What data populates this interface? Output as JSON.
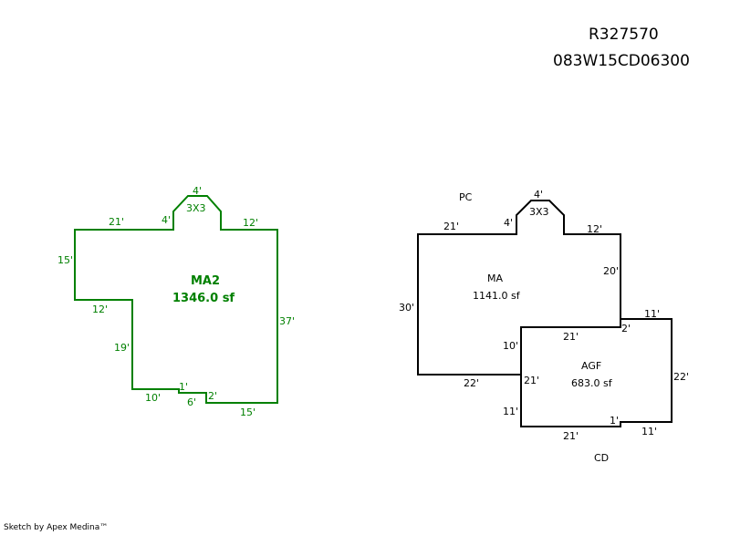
{
  "header": {
    "parcel_id": "R327570",
    "map_number": "083W15CD06300"
  },
  "footer": {
    "credit": "Sketch by Apex Medina™"
  },
  "colors": {
    "ma2": "#008000",
    "main": "#000000"
  },
  "left_sketch": {
    "name": "MA2",
    "area": "1346.0 sf",
    "dims": [
      "21'",
      "4'",
      "4'",
      "3X3",
      "12'",
      "15'",
      "12'",
      "19'",
      "37'",
      "10'",
      "1'",
      "6'",
      "2'",
      "15'"
    ]
  },
  "right_sketch": {
    "labels": {
      "pc": "PC",
      "cd": "CD"
    },
    "ma": {
      "name": "MA",
      "area": "1141.0 sf"
    },
    "agf": {
      "name": "AGF",
      "area": "683.0 sf"
    },
    "dims": [
      "21'",
      "4'",
      "4'",
      "3X3",
      "12'",
      "20'",
      "30'",
      "22'",
      "10'",
      "21'",
      "2'",
      "11'",
      "21'",
      "22'",
      "11'",
      "1'",
      "21'",
      "11'"
    ]
  }
}
